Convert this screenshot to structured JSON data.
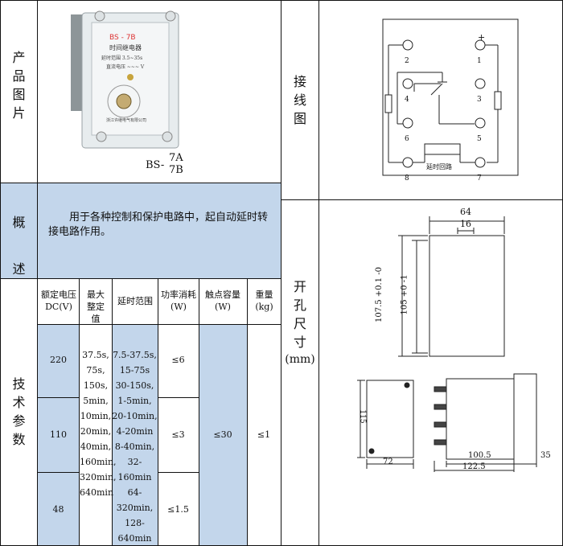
{
  "left": {
    "product_label": "产品图片",
    "model_prefix": "BS-",
    "model_a": "7A",
    "model_b": "7B",
    "photo": {
      "brand": "BS - 7B",
      "name": "时间继电器",
      "line1": "延时范围 3.5~35s",
      "line2": "直流电压 ~~~ V",
      "maker": "浙江许继电气有限公司"
    },
    "overview_label": "概述",
    "overview_text": "用于各种控制和保护电路中，起自动延时转接电路作用。",
    "tech_label": "技术参数",
    "headers": [
      "额定电压DC(V)",
      "最大整定值",
      "延时范围",
      "功率消耗(W)",
      "触点容量(W)",
      "重量(kg)"
    ],
    "voltages": [
      "220",
      "110",
      "48"
    ],
    "max_settings": [
      "37.5s,",
      "75s,",
      "150s,",
      "5min,",
      "10min,",
      "20min,",
      "40min,",
      "160min,",
      "320min,",
      "640min"
    ],
    "delay_ranges": [
      "7.5-37.5s,",
      "15-75s",
      "30-150s,",
      "1-5min,",
      "20-10min,",
      "4-20min",
      "8-40min,",
      "32-160min",
      "64-320min,",
      "128-640min"
    ],
    "power": [
      "≤6",
      "≤3",
      "≤1.5"
    ],
    "contact_capacity": "≤30",
    "weight": "≤1"
  },
  "right": {
    "wiring_label": "接线图",
    "terminals": [
      "2",
      "1",
      "4",
      "3",
      "6",
      "5",
      "8",
      "7"
    ],
    "plus_sign": "+",
    "delay_circuit": "延时回路",
    "cutout_label": "开孔尺寸",
    "cutout_unit": "(mm)",
    "dims": {
      "width": "64",
      "slot": "16",
      "height_outer": "107.5 +0.1 -0",
      "height_inner": "105 +0 -1",
      "front_height": "115",
      "front_width": "72",
      "depth_body": "100.5",
      "depth_total": "122.5",
      "depth_back": "35"
    }
  }
}
